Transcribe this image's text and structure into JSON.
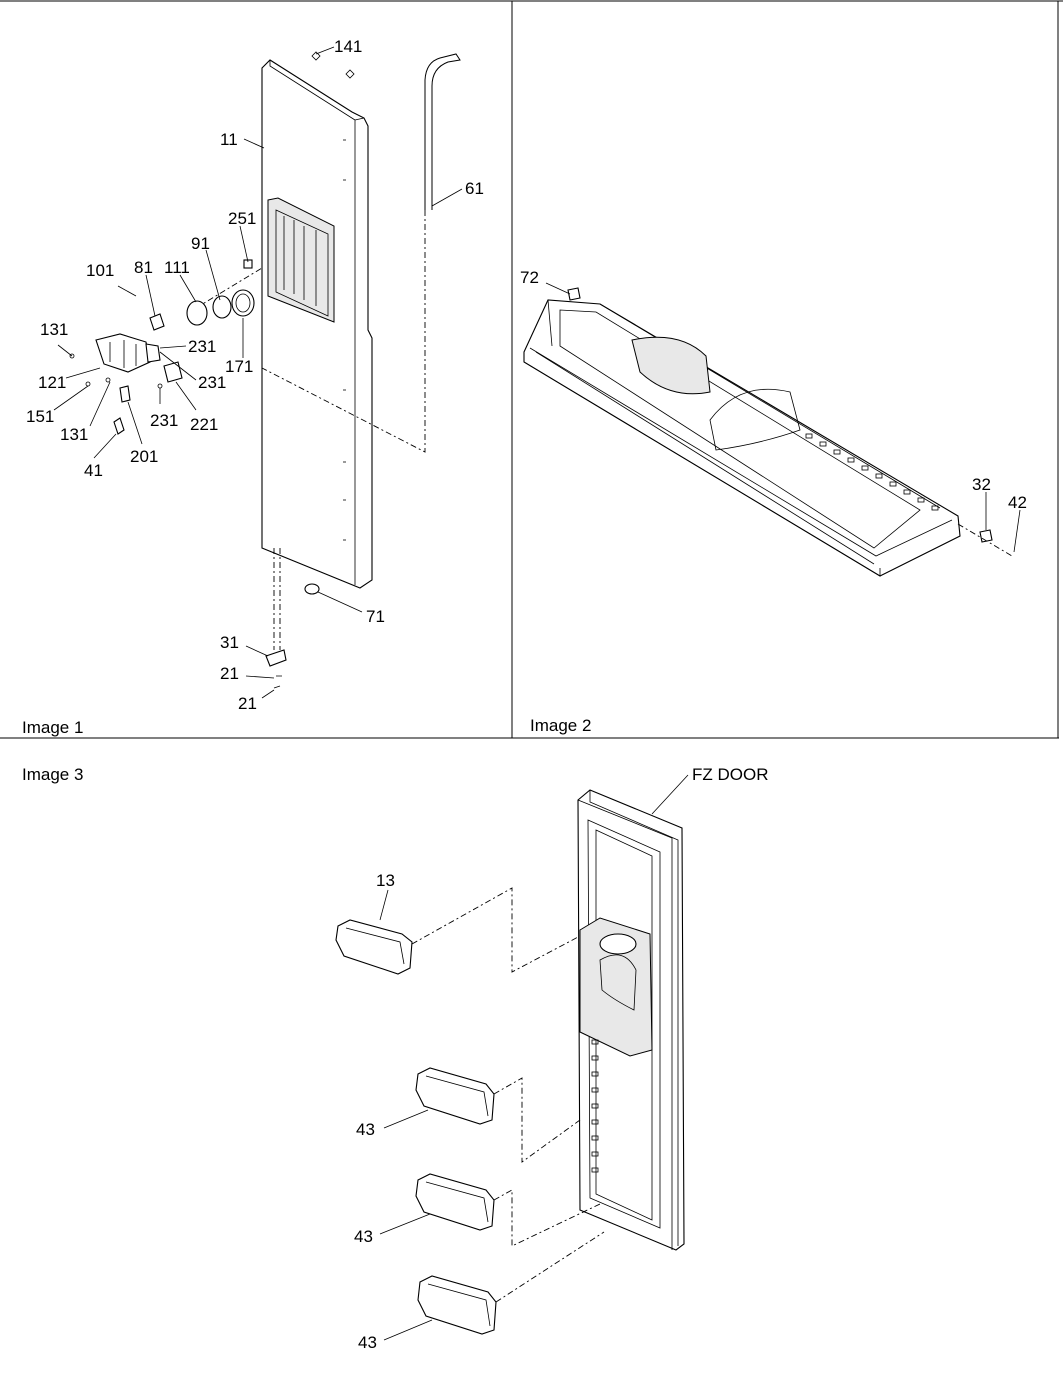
{
  "panels": [
    {
      "caption": "Image 1"
    },
    {
      "caption": "Image 2"
    },
    {
      "caption": "Image 3"
    }
  ],
  "image1_labels": [
    "141",
    "11",
    "61",
    "251",
    "91",
    "111",
    "81",
    "101",
    "131",
    "231",
    "171",
    "121",
    "231",
    "151",
    "131",
    "231",
    "221",
    "201",
    "41",
    "71",
    "31",
    "21",
    "21"
  ],
  "image2_labels": [
    "72",
    "32",
    "42"
  ],
  "image3_labels": [
    "FZ DOOR",
    "13",
    "43",
    "43",
    "43"
  ]
}
